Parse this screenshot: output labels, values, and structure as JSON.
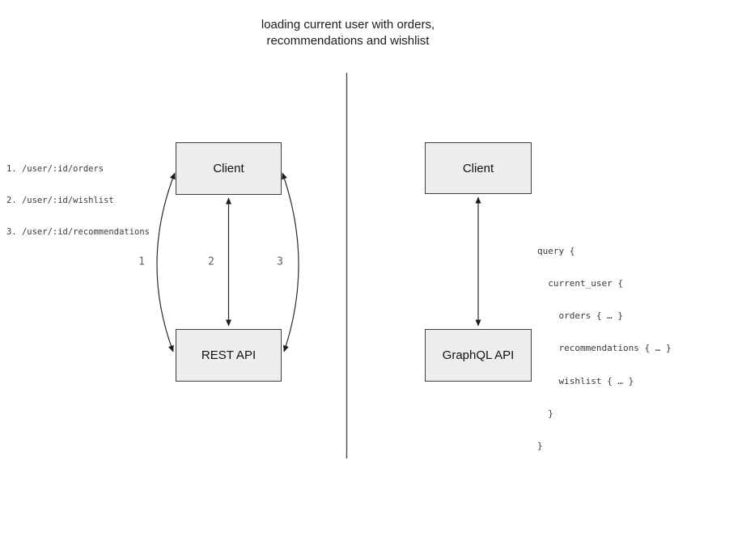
{
  "title": {
    "line1": "loading current user with orders,",
    "line2": "recommendations and wishlist"
  },
  "left_panel": {
    "endpoints": [
      "1. /user/:id/orders",
      "2. /user/:id/wishlist",
      "3. /user/:id/recommendations"
    ],
    "client_label": "Client",
    "api_label": "REST API",
    "connector_labels": [
      "1",
      "2",
      "3"
    ]
  },
  "right_panel": {
    "client_label": "Client",
    "api_label": "GraphQL API",
    "query_lines": [
      "query {",
      "  current_user {",
      "    orders { … }",
      "    recommendations { … }",
      "    wishlist { … }",
      "  }",
      "}"
    ]
  },
  "colors": {
    "box_fill": "#eeeeee",
    "box_border": "#3d3d3d",
    "line": "#2a2a2a",
    "muted_text": "#5f5f5f",
    "code_text": "#3a3a3a"
  }
}
